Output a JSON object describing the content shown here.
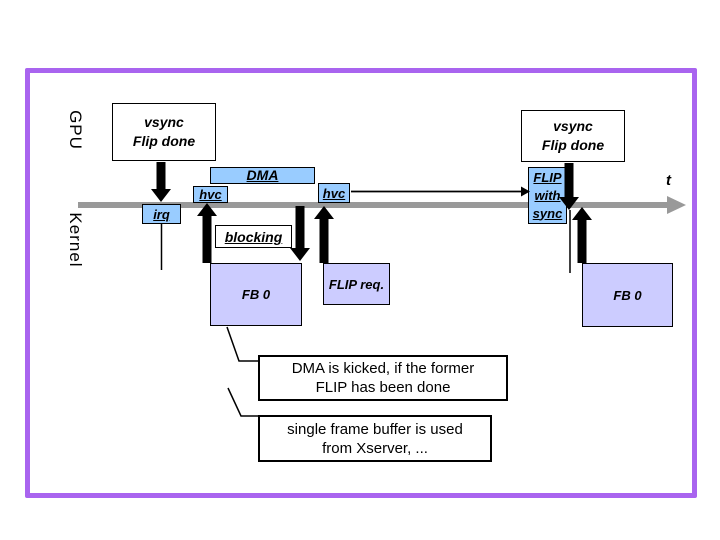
{
  "lanes": {
    "gpu": "GPU",
    "kernel": "Kernel"
  },
  "timeline": {
    "t_label": "t"
  },
  "gpu_events": {
    "vsync_left": {
      "line1": "vsync",
      "line2": "Flip done"
    },
    "vsync_right": {
      "line1": "vsync",
      "line2": "Flip done"
    }
  },
  "kernel_ops": {
    "dma": "DMA",
    "hvc_first": "hvc",
    "hvc_second": "hvc",
    "irq": "irq",
    "flip_with_sync": {
      "line1": "FLIP",
      "line2": "with",
      "line3": "sync"
    },
    "blocking": "blocking"
  },
  "buffers": {
    "fb0_left": "FB 0",
    "flip_req": "FLIP req.",
    "fb0_right": "FB 0"
  },
  "callouts": {
    "dma_note": {
      "line1": "DMA is kicked, if the former",
      "line2": "FLIP has been done"
    },
    "fb_note": {
      "line1": "single frame buffer is used",
      "line2": "from Xserver, ..."
    }
  },
  "colors": {
    "frame_border": "#A964EF",
    "operation_fill": "#99CCFF",
    "buffer_fill": "#CCCCFF",
    "timeline_gray": "#999999",
    "arrow_black": "#000000"
  }
}
